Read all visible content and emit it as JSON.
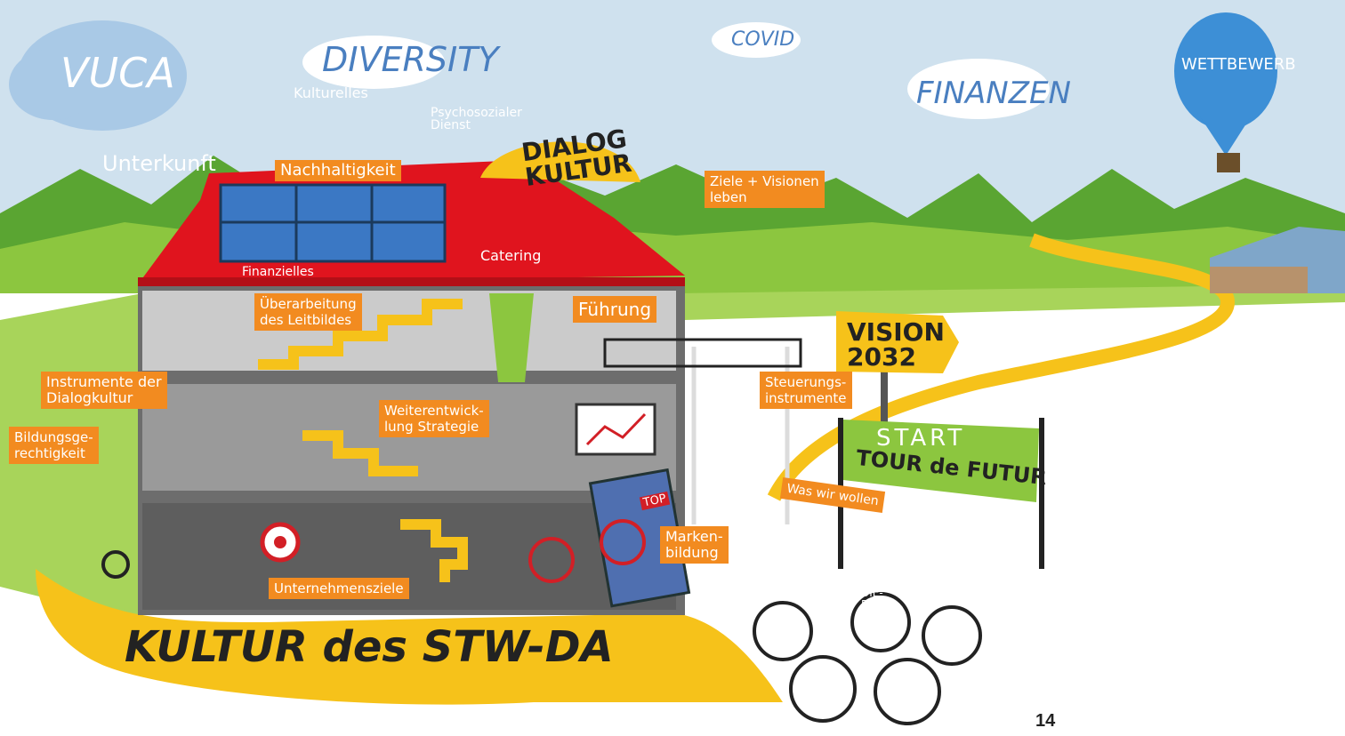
{
  "sky": {
    "vuca": "VUCA",
    "diversity": "DIVERSITY",
    "kulturelles": "Kulturelles",
    "psychosozialer_dienst": "Psychosozialer\nDienst",
    "covid": "COVID",
    "finanzen": "FINANZEN",
    "wettbewerb": "WETTBEWERB",
    "unterkunft": "Unterkunft"
  },
  "dialog_kultur": "DIALOG\nKULTUR",
  "house": {
    "nachhaltigkeit": "Nachhaltigkeit",
    "finanzielles": "Finanzielles",
    "catering": "Catering",
    "ueberarbeitung": "Überarbeitung\ndes Leitbildes",
    "fuehrung": "Führung",
    "weiterentwicklung": "Weiterentwick-\nlung Strategie",
    "unternehmensziele": "Unternehmensziele",
    "markenbildung": "Marken-\nbildung",
    "top": "TOP"
  },
  "left_labels": {
    "instrumente": "Instrumente der\nDialogkultur",
    "bildung": "Bildungsge-\nrechtigkeit"
  },
  "right_labels": {
    "ziele": "Ziele + Visionen\nleben",
    "steuerung": "Steuerungs-\ninstrumente",
    "vision": "VISION\n2032",
    "was_wir_wollen": "Was wir wollen",
    "studierende": "STU-\nDIE-\nREN-\nDE"
  },
  "banner": {
    "start": "START",
    "tour": "TOUR de FUTUR"
  },
  "bottom_title": "KULTUR des STW-DA",
  "page_number": "14",
  "colors": {
    "orange": "#f28b20",
    "roof": "#e0141e",
    "path": "#f6c21a",
    "grass": "#8cc63f",
    "sky": "#cfe1ee"
  }
}
